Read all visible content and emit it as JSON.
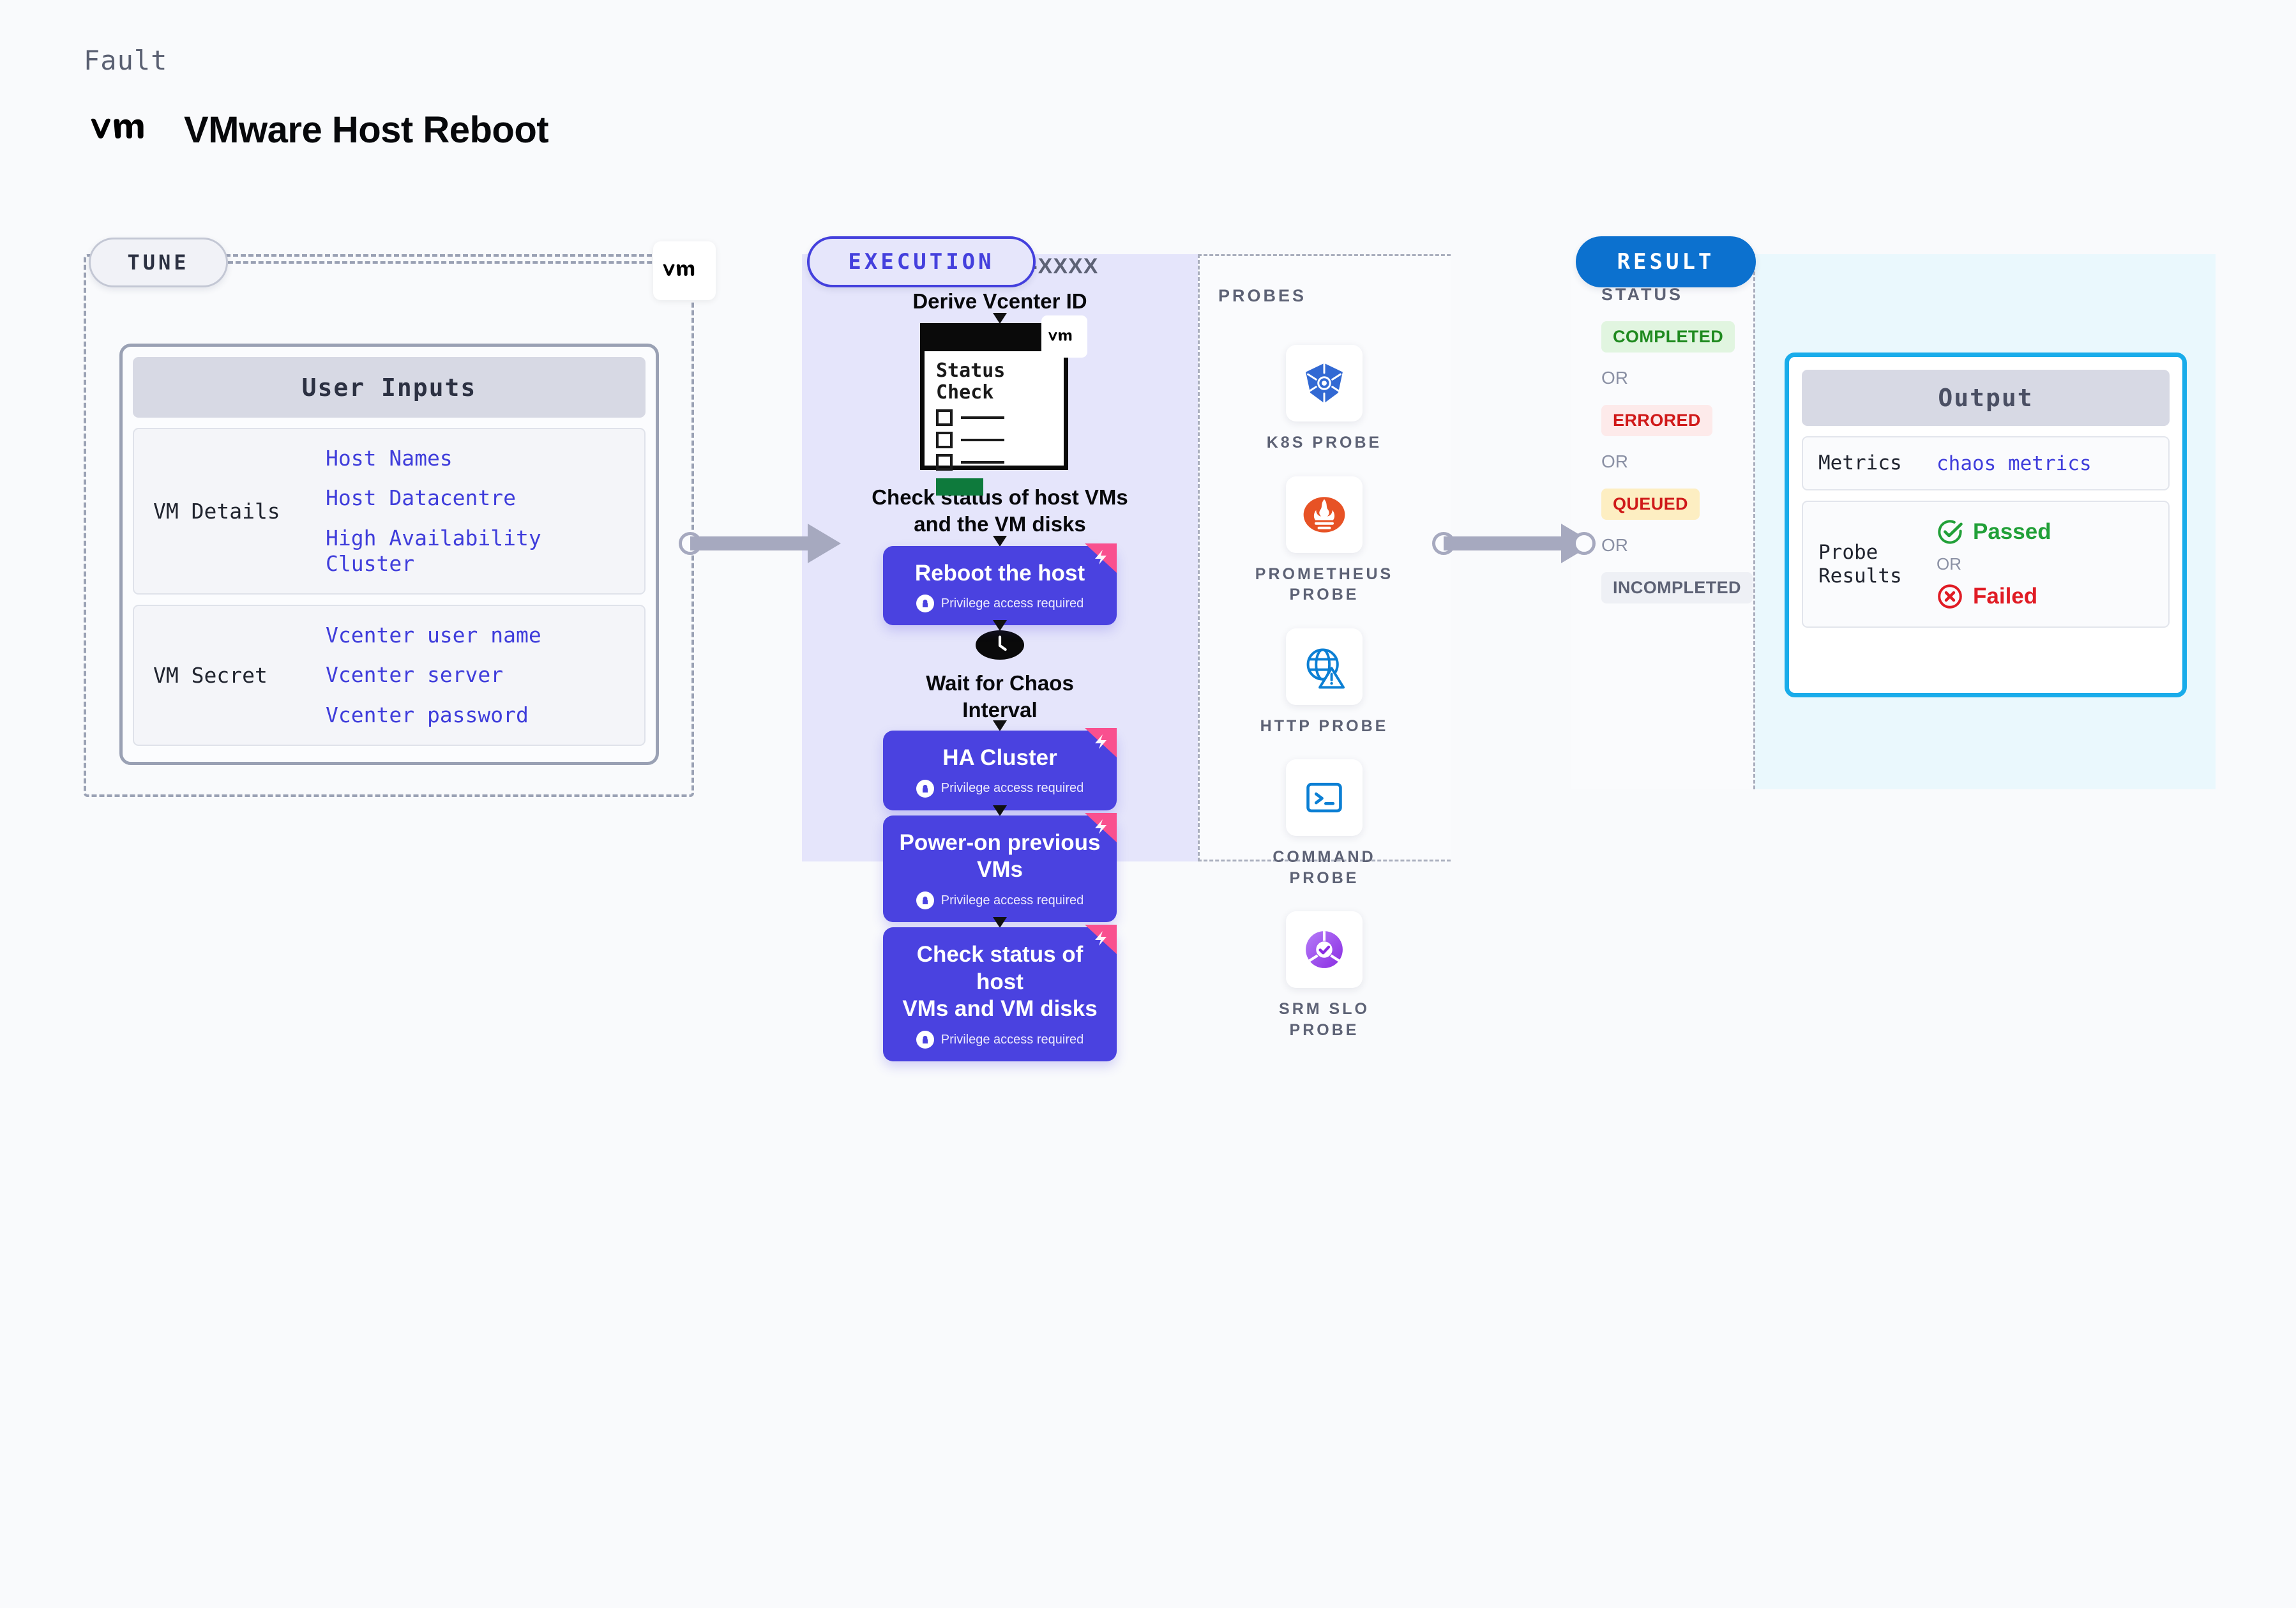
{
  "header": {
    "eyebrow": "Fault",
    "title": "VMware Host Reboot",
    "logo_icon": "vmware-vm-logo-icon"
  },
  "tune": {
    "pill_label": "TUNE",
    "badge_icon": "vmware-vm-logo-icon",
    "card": {
      "title": "User Inputs",
      "groups": [
        {
          "label": "VM Details",
          "items": [
            "Host Names",
            "Host Datacentre",
            "High Availability Cluster"
          ]
        },
        {
          "label": "VM Secret",
          "items": [
            "Vcenter user name",
            "Vcenter server",
            "Vcenter password"
          ]
        }
      ]
    }
  },
  "execution": {
    "pill_label": "EXECUTION",
    "id_placeholder": "XXXX-XXXX-XXXX",
    "derive_label": "Derive Vcenter ID",
    "status_check": {
      "title_line1": "Status",
      "title_line2": "Check",
      "badge_icon": "vmware-vm-logo-icon"
    },
    "check_caption": "Check status of host VMs\nand the VM disks",
    "privilege_note": "Privilege access required",
    "steps": [
      {
        "type": "action",
        "title": "Reboot the host",
        "icon": "lock-icon",
        "ribbon": "chaos-ribbon-icon"
      },
      {
        "type": "wait",
        "title": "Wait for Chaos\nInterval",
        "icon": "clock-icon"
      },
      {
        "type": "action",
        "title": "HA Cluster",
        "icon": "lock-icon",
        "ribbon": "chaos-ribbon-icon"
      },
      {
        "type": "action",
        "title": "Power-on previous\nVMs",
        "icon": "lock-icon",
        "ribbon": "chaos-ribbon-icon"
      },
      {
        "type": "action",
        "title": "Check status of host\nVMs and VM disks",
        "icon": "lock-icon",
        "ribbon": "chaos-ribbon-icon"
      }
    ]
  },
  "probes": {
    "label": "PROBES",
    "items": [
      {
        "label": "K8S PROBE",
        "icon": "kubernetes-icon"
      },
      {
        "label": "PROMETHEUS PROBE",
        "icon": "prometheus-icon"
      },
      {
        "label": "HTTP PROBE",
        "icon": "http-globe-warning-icon"
      },
      {
        "label": "COMMAND PROBE",
        "icon": "terminal-icon"
      },
      {
        "label": "SRM SLO PROBE",
        "icon": "srm-slo-icon"
      }
    ]
  },
  "result": {
    "pill_label": "RESULT",
    "status_heading": "STATUS",
    "or_label": "OR",
    "statuses": [
      {
        "label": "COMPLETED",
        "bg": "#e1f5e0",
        "fg": "#1f8a1f"
      },
      {
        "label": "ERRORED",
        "bg": "#fdeaea",
        "fg": "#d01919"
      },
      {
        "label": "QUEUED",
        "bg": "#fdeec2",
        "fg": "#cf1a1a"
      },
      {
        "label": "INCOMPLETED",
        "bg": "#eef0f5",
        "fg": "#5d6275"
      }
    ],
    "output": {
      "title": "Output",
      "metrics_label": "Metrics",
      "metrics_value": "chaos metrics",
      "probe_results_label": "Probe Results",
      "passed_label": "Passed",
      "failed_label": "Failed",
      "or_label": "OR",
      "passed_icon": "check-circle-icon",
      "failed_icon": "x-circle-icon"
    }
  },
  "colors": {
    "accent_purple": "#4440dd",
    "accent_blue": "#0c71cf",
    "cyan_border": "#19acea",
    "link_blue": "#3f3ddb",
    "ribbon_pink": "#f9508f"
  }
}
